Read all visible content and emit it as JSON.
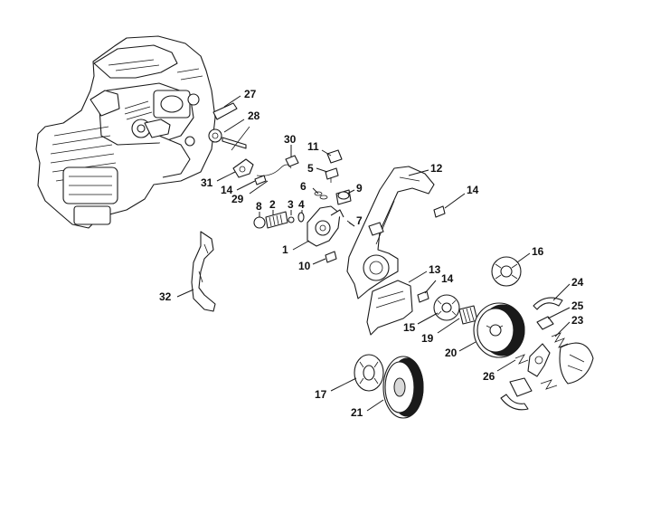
{
  "diagram": {
    "callouts": [
      {
        "id": "27",
        "label": "27"
      },
      {
        "id": "28",
        "label": "28"
      },
      {
        "id": "30",
        "label": "30"
      },
      {
        "id": "11",
        "label": "11"
      },
      {
        "id": "12",
        "label": "12"
      },
      {
        "id": "5",
        "label": "5"
      },
      {
        "id": "31",
        "label": "31"
      },
      {
        "id": "14a",
        "label": "14"
      },
      {
        "id": "29",
        "label": "29"
      },
      {
        "id": "6",
        "label": "6"
      },
      {
        "id": "9",
        "label": "9"
      },
      {
        "id": "14b",
        "label": "14"
      },
      {
        "id": "8",
        "label": "8"
      },
      {
        "id": "2",
        "label": "2"
      },
      {
        "id": "3",
        "label": "3"
      },
      {
        "id": "4",
        "label": "4"
      },
      {
        "id": "7",
        "label": "7"
      },
      {
        "id": "1",
        "label": "1"
      },
      {
        "id": "16",
        "label": "16"
      },
      {
        "id": "10",
        "label": "10"
      },
      {
        "id": "13",
        "label": "13"
      },
      {
        "id": "14c",
        "label": "14"
      },
      {
        "id": "24",
        "label": "24"
      },
      {
        "id": "32",
        "label": "32"
      },
      {
        "id": "25",
        "label": "25"
      },
      {
        "id": "23",
        "label": "23"
      },
      {
        "id": "15",
        "label": "15"
      },
      {
        "id": "19",
        "label": "19"
      },
      {
        "id": "20",
        "label": "20"
      },
      {
        "id": "26",
        "label": "26"
      },
      {
        "id": "17",
        "label": "17"
      },
      {
        "id": "21",
        "label": "21"
      }
    ]
  }
}
